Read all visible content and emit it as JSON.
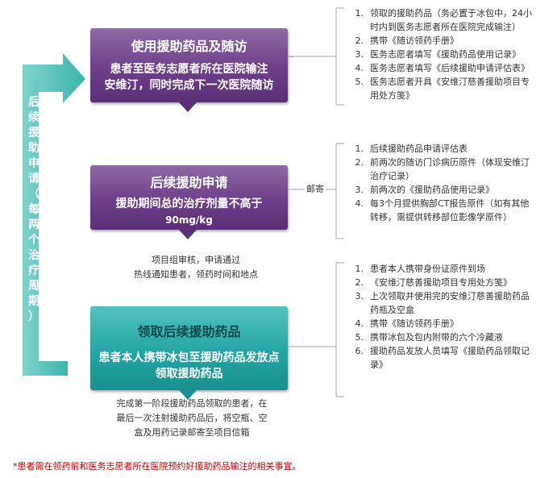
{
  "loop_label_chars": [
    "后",
    "续",
    "援",
    "助",
    "申",
    "请",
    "（",
    "每",
    "两",
    "个",
    "治",
    "疗",
    "周",
    "期",
    "）"
  ],
  "step1": {
    "title": "使用援助药品及随访",
    "subtitle_lines": [
      "患者至医务志愿者所在医院输注",
      "安维汀，同时完成下一次医院随访"
    ]
  },
  "step2": {
    "title": "后续援助申请",
    "subtitle_lines": [
      "援助期间总的治疗剂量不高于",
      "90mg/kg"
    ]
  },
  "step3": {
    "title": "领取后续援助药品",
    "subtitle_lines": [
      "患者本人携带冰包至援助药品发放点",
      "领取援助药品"
    ]
  },
  "mail_label": "邮寄",
  "review_note_lines": [
    "项目组审核，申请通过",
    "热线通知患者，领药时间和地点"
  ],
  "after_note_lines": [
    "完成第一阶段援助药品领取的患者，在",
    "最后一次注射援助药品后，将空瓶、空",
    "盒及用药记录邮寄至项目信箱"
  ],
  "list1": [
    {
      "n": "1.",
      "lines": [
        "领取的援助药品（务必置于冰包中，24小",
        "时内到医务志愿者所在医院完成输注）"
      ]
    },
    {
      "n": "2.",
      "lines": [
        "携带《随访领药手册》"
      ]
    },
    {
      "n": "3.",
      "lines": [
        "医务志愿者填写《援助药品使用记录》"
      ]
    },
    {
      "n": "4.",
      "lines": [
        "医务志愿者填写《后续援助申请评估表》"
      ]
    },
    {
      "n": "5.",
      "lines": [
        "医务志愿者开具《安维汀慈善援助项目专",
        "用处方笺》"
      ]
    }
  ],
  "list2": [
    {
      "n": "1.",
      "lines": [
        "后续援助药品申请评估表"
      ]
    },
    {
      "n": "2.",
      "lines": [
        "前两次的随访门诊病历原件（体现安维汀",
        "治疗记录）"
      ]
    },
    {
      "n": "3.",
      "lines": [
        "前两次的《援助药品使用记录》"
      ]
    },
    {
      "n": "4.",
      "lines": [
        "每3个月提供胸部CT报告原件（如有其他",
        "转移，需提供转移部位影像学原件）"
      ]
    }
  ],
  "list3": [
    {
      "n": "1.",
      "lines": [
        "患者本人携带身份证原件到场"
      ]
    },
    {
      "n": "2.",
      "lines": [
        "《安维汀慈善援助项目专用处方笺》"
      ]
    },
    {
      "n": "3.",
      "lines": [
        "上次领取并使用完的安维汀慈善援助药品",
        "药瓶及空盒"
      ]
    },
    {
      "n": "4.",
      "lines": [
        "携带《随访领药手册》"
      ]
    },
    {
      "n": "5.",
      "lines": [
        "携带冰包及包内附带的六个冷藏液"
      ]
    },
    {
      "n": "6.",
      "lines": [
        "援助药品发放人员填写《援助药品领取记",
        "录》"
      ]
    }
  ],
  "footnote": "*患者需在领药前和医务志愿者所在医院预约好援助药品输注的相关事宜。",
  "colors": {
    "purple": "#6d3f8a",
    "teal": "#23a5a3",
    "loop_arrow": "#4fc0b8",
    "footnote": "#c00000"
  }
}
